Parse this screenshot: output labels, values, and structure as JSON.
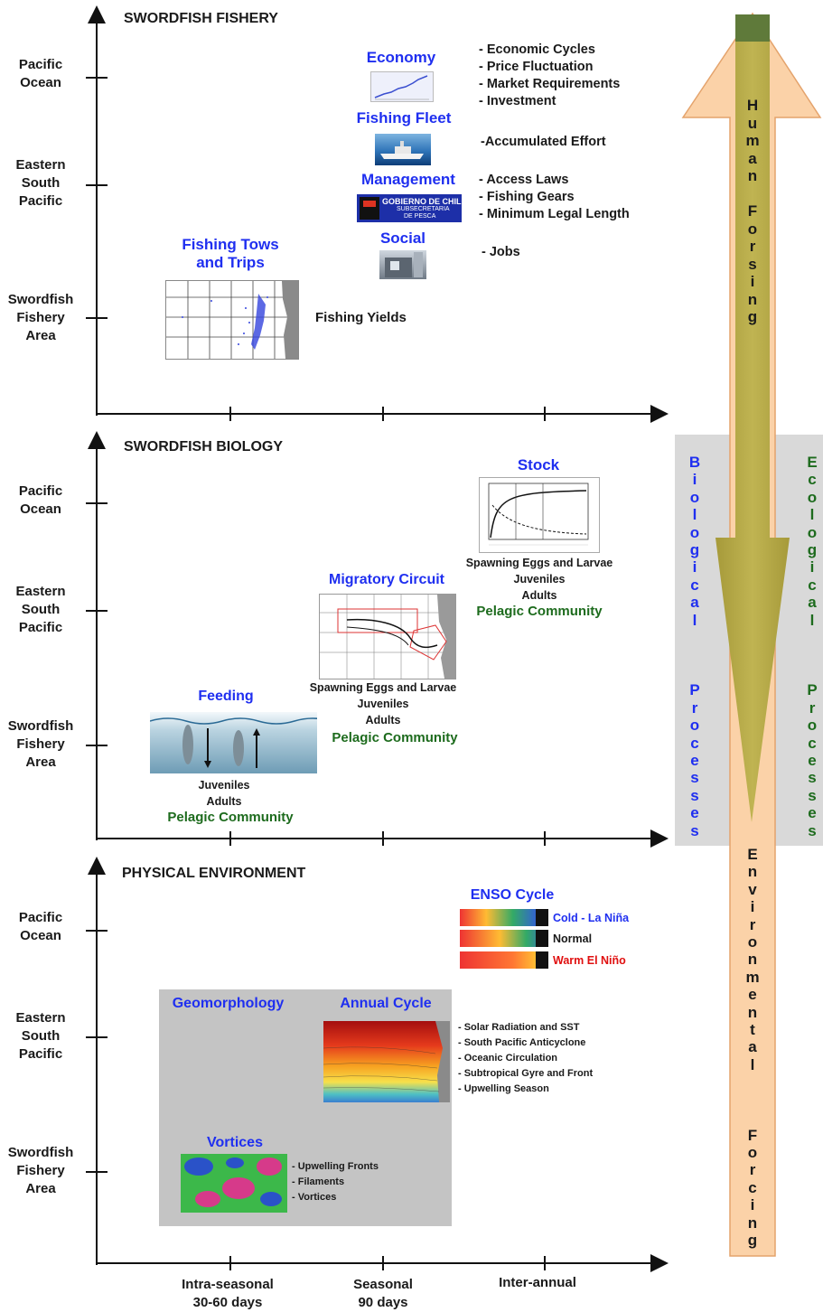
{
  "panels": {
    "fishery": {
      "title": "SWORDFISH FISHERY",
      "y_labels": [
        "Pacific Ocean",
        "Eastern South Pacific",
        "Swordfish Fishery Area"
      ],
      "economy": {
        "heading": "Economy",
        "bullets": [
          "- Economic Cycles",
          "- Price Fluctuation",
          "- Market Requirements",
          "- Investment"
        ]
      },
      "fishing_fleet": {
        "heading": "Fishing Fleet",
        "bullets": [
          "-Accumulated Effort"
        ]
      },
      "management": {
        "heading": "Management",
        "logo_line1": "GOBIERNO DE CHILE",
        "logo_line2": "SUBSECRETARIA",
        "logo_line3": "DE PESCA",
        "bullets": [
          "- Access Laws",
          "- Fishing Gears",
          "- Minimum Legal Length"
        ]
      },
      "social": {
        "heading": "Social",
        "bullets": [
          "- Jobs"
        ]
      },
      "fishing_tows": {
        "heading_line1": "Fishing Tows",
        "heading_line2": "and Trips"
      },
      "fishing_yields": "Fishing Yields"
    },
    "biology": {
      "title": "SWORDFISH BIOLOGY",
      "y_labels": [
        "Pacific Ocean",
        "Eastern South Pacific",
        "Swordfish Fishery Area"
      ],
      "stock": {
        "heading": "Stock",
        "lines": [
          "Spawning Eggs and Larvae",
          "Juveniles",
          "Adults"
        ],
        "community": "Pelagic Community"
      },
      "migratory": {
        "heading": "Migratory Circuit",
        "lines": [
          "Spawning Eggs and Larvae",
          "Juveniles",
          "Adults"
        ],
        "community": "Pelagic Community"
      },
      "feeding": {
        "heading": "Feeding",
        "lines": [
          "Juveniles",
          "Adults"
        ],
        "community": "Pelagic Community"
      }
    },
    "physical": {
      "title": "PHYSICAL ENVIRONMENT",
      "y_labels": [
        "Pacific Ocean",
        "Eastern South Pacific",
        "Swordfish Fishery Area"
      ],
      "enso": {
        "heading": "ENSO Cycle",
        "states": [
          "Cold - La Niña",
          "Normal",
          "Warm El Niño"
        ],
        "state_colors": [
          "#1f2ff0",
          "#1a1a1a",
          "#e01010"
        ]
      },
      "geomorphology": {
        "heading": "Geomorphology"
      },
      "annual_cycle": {
        "heading": "Annual Cycle",
        "bullets": [
          "- Solar Radiation and SST",
          "- South Pacific Anticyclone",
          "- Oceanic Circulation",
          "- Subtropical Gyre and Front",
          "- Upwelling Season"
        ]
      },
      "vortices": {
        "heading": "Vortices",
        "bullets": [
          "- Upwelling Fronts",
          "- Filaments",
          "- Vortices"
        ]
      }
    }
  },
  "x_axis": {
    "labels": [
      {
        "line1": "Intra-seasonal",
        "line2": "30-60 days"
      },
      {
        "line1": "Seasonal",
        "line2": "90 days"
      },
      {
        "line1": "Inter-annual",
        "line2": ""
      }
    ]
  },
  "arrows": {
    "human": "Human Forsing",
    "environmental_word1": "Environmental",
    "environmental_word2": "Forcing",
    "biological_word1": "Biological",
    "biological_word2": "Processes",
    "ecological_word1": "Ecological",
    "ecological_word2": "Processes"
  },
  "colors": {
    "heading_blue": "#1f2ff0",
    "community_green": "#1d6b1d",
    "arrow_peach": "#fbd2a8",
    "arrow_olive": "#b5a842"
  }
}
